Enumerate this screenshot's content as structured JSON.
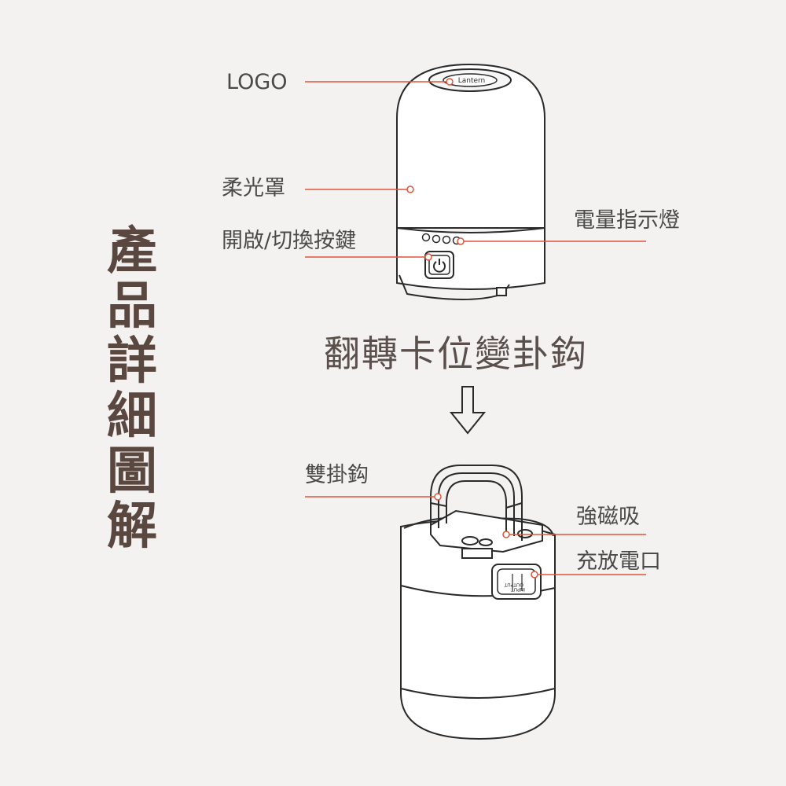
{
  "title": "產品詳細圖解",
  "subtitle": "翻轉卡位變卦鈎",
  "labels": {
    "logo": "LOGO",
    "diffuser": "柔光罩",
    "power_switch": "開啟/切換按鍵",
    "battery_indicator": "電量指示燈",
    "double_hook": "雙掛鈎",
    "magnet": "強磁吸",
    "charge_port": "充放電口"
  },
  "product": {
    "top_logo_text": "Lantern",
    "port_text_output": "OUTPUT",
    "port_text_input": "INPUT"
  },
  "colors": {
    "accent": "#e0553a",
    "title": "#5a4840",
    "outline": "#2a2a2a",
    "background": "#f3f2f1"
  },
  "icons": [
    "power-icon",
    "down-arrow-icon"
  ]
}
